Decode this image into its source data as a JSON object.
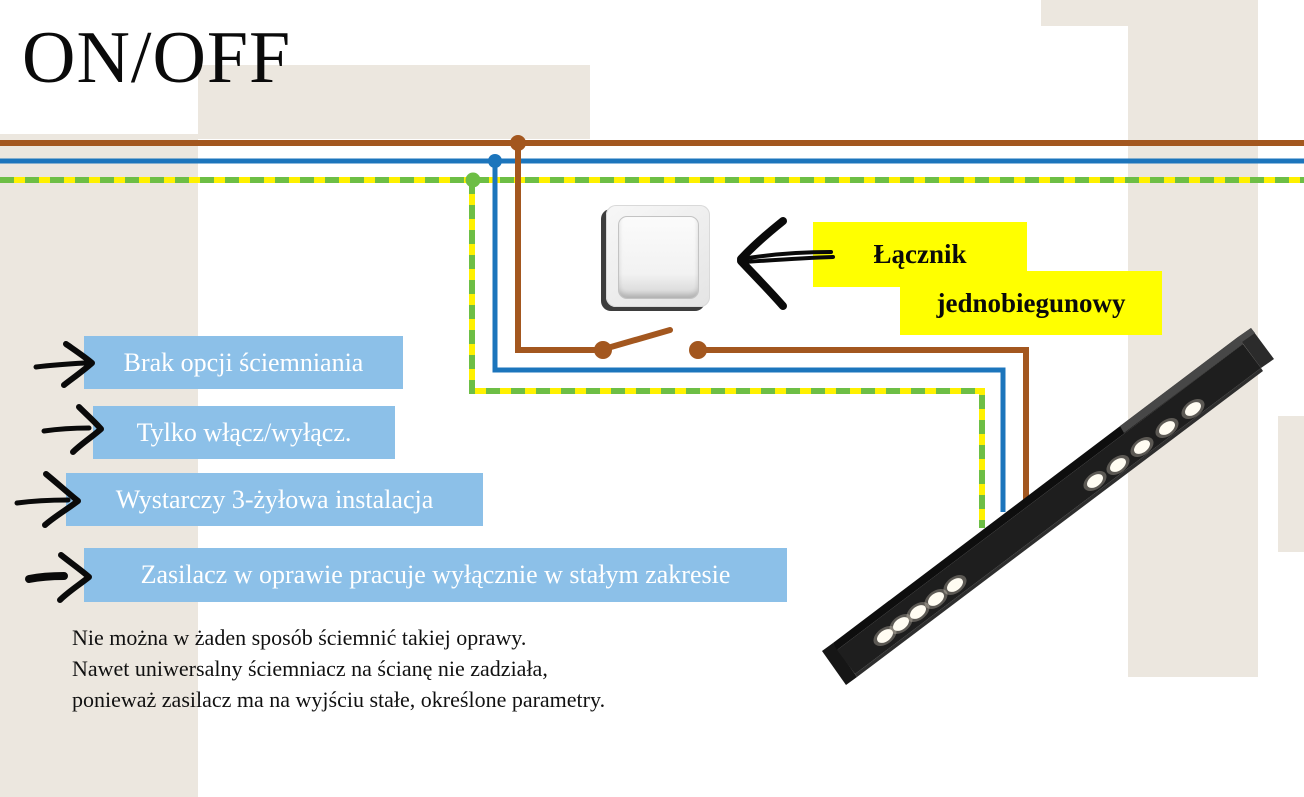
{
  "title": "ON/OFF",
  "callout": {
    "line1": "Łącznik",
    "line2": "jednobiegunowy"
  },
  "bullets": [
    {
      "label": "Brak opcji ściemniania"
    },
    {
      "label": "Tylko włącz/wyłącz."
    },
    {
      "label": "Wystarczy 3-żyłowa instalacja"
    },
    {
      "label": "Zasilacz w oprawie pracuje wyłącznie w stałym zakresie"
    }
  ],
  "note_lines": [
    "Nie można w żaden sposób ściemnić takiej oprawy.",
    "Nawet uniwersalny ściemniacz na ścianę nie zadziała,",
    "ponieważ zasilacz ma na wyjściu stałe, określone parametry."
  ],
  "icons": {
    "switch": "single-pole-rocker-switch",
    "fixture": "linear-led-luminaire",
    "arrows": "hand-drawn-black-arrows"
  },
  "colors": {
    "wire_brown": "#A3571F",
    "wire_blue": "#1C75BC",
    "wire_green": "#6DBE45",
    "wire_yellow": "#FFF100",
    "highlight_yellow": "#FFFF00",
    "callout_blue": "#8CC0E8",
    "background_beige": "#ECE7DF",
    "fixture_black": "#1E1E1E"
  }
}
